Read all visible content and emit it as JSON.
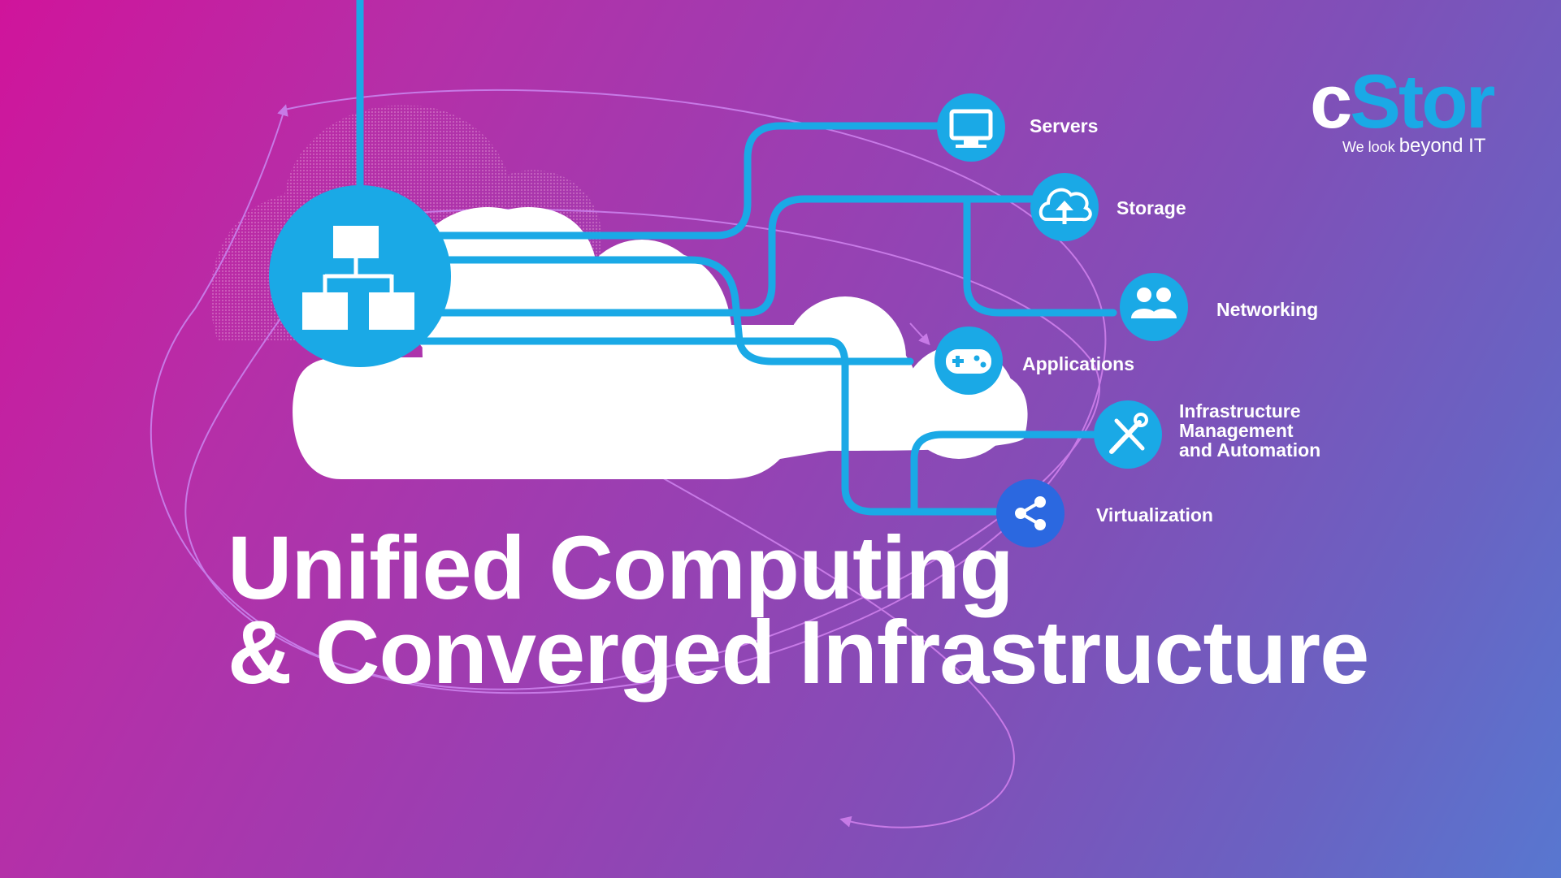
{
  "headline": {
    "line1": "Unified Computing",
    "line2": "& Converged Infrastructure"
  },
  "logo": {
    "c": "c",
    "stor": "Stor",
    "tagline_prefix": "We look ",
    "tagline_main": "beyond IT"
  },
  "nodes": {
    "servers": {
      "label": "Servers",
      "icon": "monitor-icon"
    },
    "storage": {
      "label": "Storage",
      "icon": "cloud-upload-icon"
    },
    "networking": {
      "label": "Networking",
      "icon": "users-icon"
    },
    "applications": {
      "label": "Applications",
      "icon": "gamepad-icon"
    },
    "infrastructure": {
      "label_lines": [
        "Infrastructure",
        "Management",
        "and Automation"
      ],
      "icon": "tools-icon"
    },
    "virtualization": {
      "label": "Virtualization",
      "icon": "share-icon"
    }
  },
  "hub": {
    "icon": "hierarchy-icon"
  },
  "colors": {
    "accent": "#1aa9e6",
    "virtualization_node": "#2b68e0",
    "text": "#ffffff",
    "orbit": "#c77ae6"
  }
}
